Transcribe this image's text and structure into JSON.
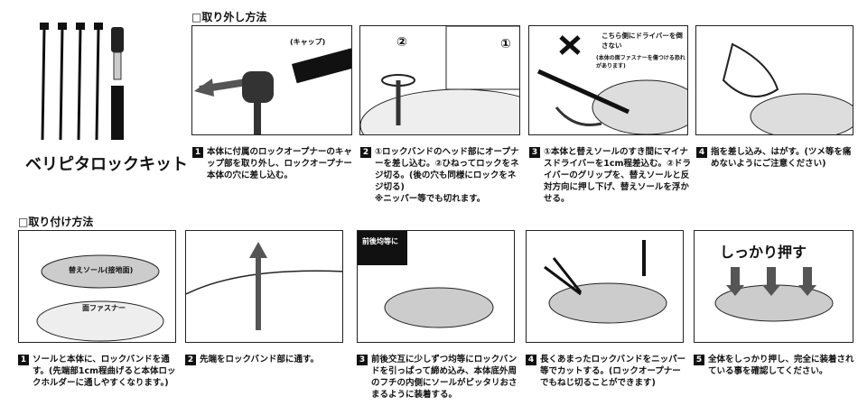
{
  "kit_title": "ベリピタロックキット",
  "removal": {
    "heading": "□取り外し方法",
    "panel_labels": {
      "cap": "(キャップ)",
      "circle2": "②",
      "circle1": "①",
      "warning": "こちら側にドライバーを倒さない",
      "warning_note": "(本体の面ファスナーを傷つける恐れがあります)"
    },
    "steps": [
      {
        "num": "1",
        "text": "本体に付属のロックオープナーのキャップ部を取り外し、ロックオープナー本体の穴に差し込む。"
      },
      {
        "num": "2",
        "text": "①ロックバンドのヘッド部にオープナーを差し込む。②ひねってロックをネジ切る。(後の穴も同様にロックをネジ切る)",
        "note": "※ニッパー等でも切れます。"
      },
      {
        "num": "3",
        "text": "①本体と替えソールのすき間にマイナスドライバーを1cm程差込む。②ドライバーのグリップを、替えソールと反対方向に押し下げ、替えソールを浮かせる。"
      },
      {
        "num": "4",
        "text": "指を差し込み、はがす。(ツメ等を痛めないようにご注意ください)"
      }
    ]
  },
  "install": {
    "heading": "□取り付け方法",
    "panel_labels": {
      "sole": "替えソール(接地面)",
      "fastener": "面ファスナー",
      "even": "前後均等に",
      "press": "しっかり押す"
    },
    "steps": [
      {
        "num": "1",
        "text": "ソールと本体に、ロックバンドを通す。(先端部1cm程曲げると本体ロックホルダーに通しやすくなります。)"
      },
      {
        "num": "2",
        "text": "先端をロックバンド部に通す。"
      },
      {
        "num": "3",
        "text": "前後交互に少しずつ均等にロックバンドを引っぱって締め込み、本体底外周のフチの内側にソールがピッタリおさまるように装着する。"
      },
      {
        "num": "4",
        "text": "長くあまったロックバンドをニッパー等でカットする。(ロックオープナーでもねじ切ることができます)"
      },
      {
        "num": "5",
        "text": "全体をしっかり押し、完全に装着されている事を確認してください。"
      }
    ]
  }
}
